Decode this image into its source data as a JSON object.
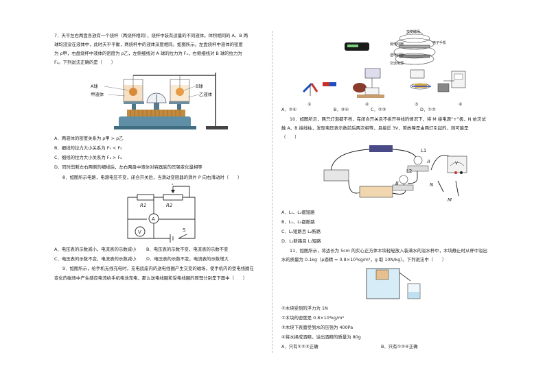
{
  "q7": {
    "line1": "7．天平左右两盘各放有一个烧杯（两烧杯相同），烧杯中装有适量的不同液体。体积相同的 A、B 两",
    "line2": "球均浸没在液体中，此时天平平衡，两烧杯中的液体深度相同。如图所示。左盘烧杯中液体的密度",
    "line3": "为 ρ甲，右盘烧杯中液体的密度为 ρ乙，左侧细线对 A 球的拉力为 F₁，右侧细线对 B 球的拉力为",
    "line4": "F₂。下列说法正确的是（　　）",
    "fig_label_a": "A球",
    "fig_label_jia": "甲液体",
    "fig_label_b": "B球",
    "fig_label_yi": "乙液体",
    "options": [
      "A．两液体的密度关系为 ρ甲 > ρ乙",
      "B．细线的拉力大小关系为 F₁ < F₂",
      "C．细线的拉力大小关系为 F₁ > F₂",
      "D．同时剪断左右两侧的细线后，左右两盘中液体对容器底的压强变化量相等"
    ]
  },
  "q8": {
    "stem": "8．如图所示电路，电源电压不变，闭合开关后，当滑动变阻器的滑片 P 向右滑动时（　　）",
    "label_p": "P",
    "label_r1": "R1",
    "label_r2": "R2",
    "label_a": "A",
    "label_v": "V",
    "label_s": "S",
    "opt_a": "A．电压表的示数减小，电流表的示数减小",
    "opt_b": "B．电压表的示数不变，电流表的示数不变",
    "opt_c": "C．电压表的示数不变，电流表的示数减小",
    "opt_d": "D．电压表的示数不变，电流表的示数增大"
  },
  "q9": {
    "line1": "9．如图所示，给手机无线充电时，充电底座内的送电线圈产生交变的磁场，使手机内的受电线圈在",
    "line2": "变化的磁场中产生感应电流给手机电池充电，那么送电线圈和受电线圈的原理分别是下面中（　　）",
    "fig_labels": [
      "交变磁场",
      "受电线圈",
      "电子手机",
      "送电线圈",
      "交流电源"
    ],
    "circle_labels": [
      "①",
      "②",
      "③",
      "④"
    ],
    "options": [
      "A．②④",
      "B．③④",
      "C．②③",
      "D．①②"
    ]
  },
  "q10": {
    "line1": "10．如图所示，两只灯泡都不亮，在闭合开关且不拆开导线的情况下，将 M 接电源“+”极，N 依次试",
    "line2": "触 A、B 接线柱，发现电压表示数前后两次相等，且接近 3V，若故障是由两灯引起的，则可能是",
    "line3": "（　　）",
    "label_l1": "L1",
    "label_l2": "L2",
    "label_a": "A",
    "label_b": "B",
    "label_n": "N",
    "label_m": "M",
    "label_v": "V",
    "options": [
      "A．L₁、L₂都短路",
      "B．L₁、L₂都断路",
      "C．L₁短路且 L₂断路",
      "D．L₁断路且 L₂短路"
    ]
  },
  "q11": {
    "line1": "11．如图所示，将边长为 5cm 的实心正方体木块轻轻放入装满水的溢水杯中，木块静止时从杯中溢出",
    "line2": "水的质量为 0.1kg（ρ酒精 = 0.8×10³kg/m³，g 取 10N/kg）。下列说法中（　　）",
    "statements": [
      "①木块受到的浮力为 1N",
      "②木块的密度是 0.8×10³kg/m³",
      "③木块下表面受到水的压强为 400Pa",
      "④将水换成酒精，溢出酒精的质量为 80g"
    ],
    "opt_a": "A．只有①②③正确",
    "opt_b": "B．只有①②④正确"
  }
}
